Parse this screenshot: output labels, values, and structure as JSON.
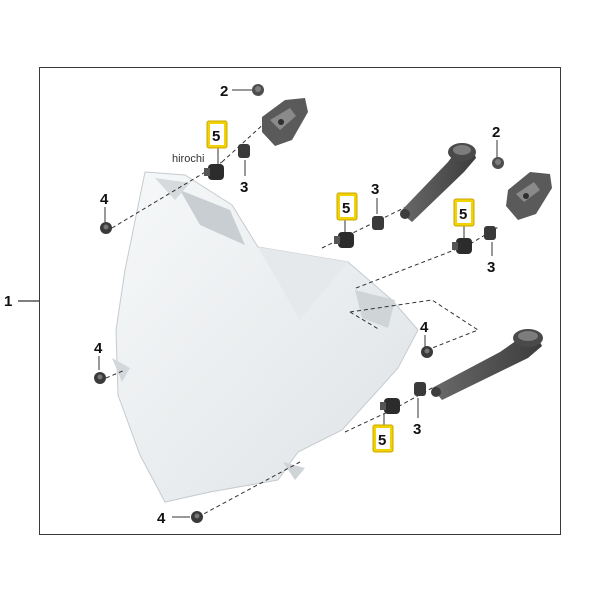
{
  "callouts": {
    "assembly": "1",
    "pad_screw": "2",
    "grommet": "3",
    "bolt": "4",
    "rubber_nut": "5"
  },
  "watermark": "hirochi",
  "colors": {
    "highlight": "#f2d200",
    "shield_fill": "#eceff1",
    "part_dark": "#555555"
  }
}
